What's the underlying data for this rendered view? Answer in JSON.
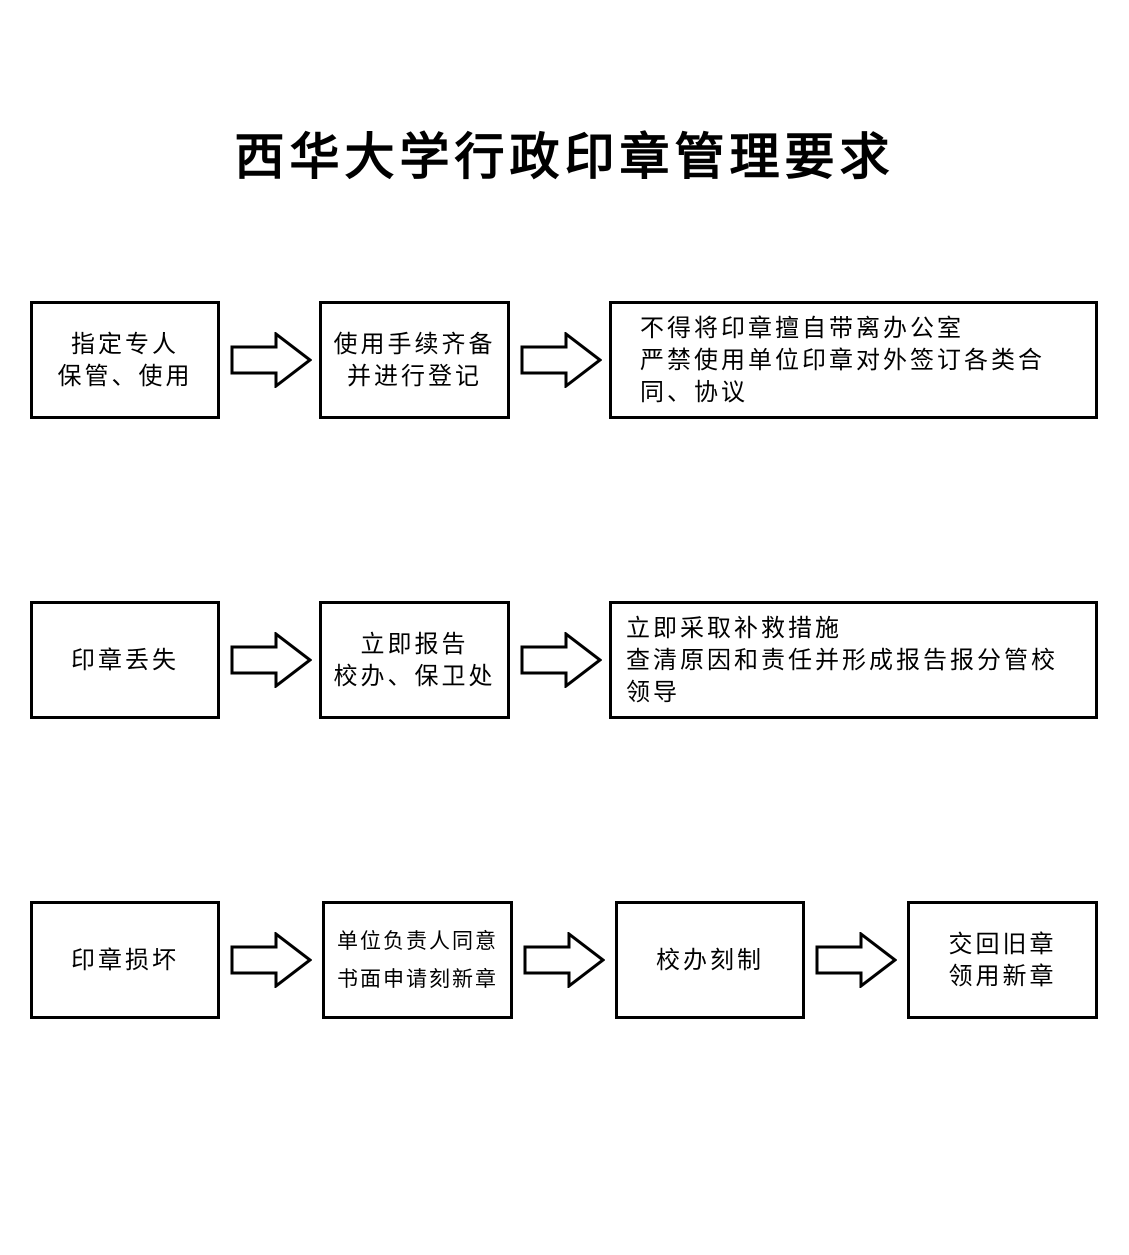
{
  "title": "西华大学行政印章管理要求",
  "rows": [
    {
      "boxes": [
        {
          "lines": [
            "指定专人",
            "保管、使用"
          ]
        },
        {
          "lines": [
            "使用手续齐备",
            "并进行登记"
          ]
        },
        {
          "lines": [
            "不得将印章擅自带离办公室",
            "严禁使用单位印章对外签订各类合",
            "同、协议"
          ]
        }
      ]
    },
    {
      "boxes": [
        {
          "lines": [
            "印章丢失"
          ]
        },
        {
          "lines": [
            "立即报告",
            "校办、保卫处"
          ]
        },
        {
          "lines": [
            "立即采取补救措施",
            "查清原因和责任并形成报告报分管校",
            "领导"
          ]
        }
      ]
    },
    {
      "boxes": [
        {
          "lines": [
            "印章损坏"
          ]
        },
        {
          "lines": [
            "单位负责人同意",
            "书面申请刻新章"
          ]
        },
        {
          "lines": [
            "校办刻制"
          ]
        },
        {
          "lines": [
            "交回旧章",
            "领用新章"
          ]
        }
      ]
    }
  ]
}
